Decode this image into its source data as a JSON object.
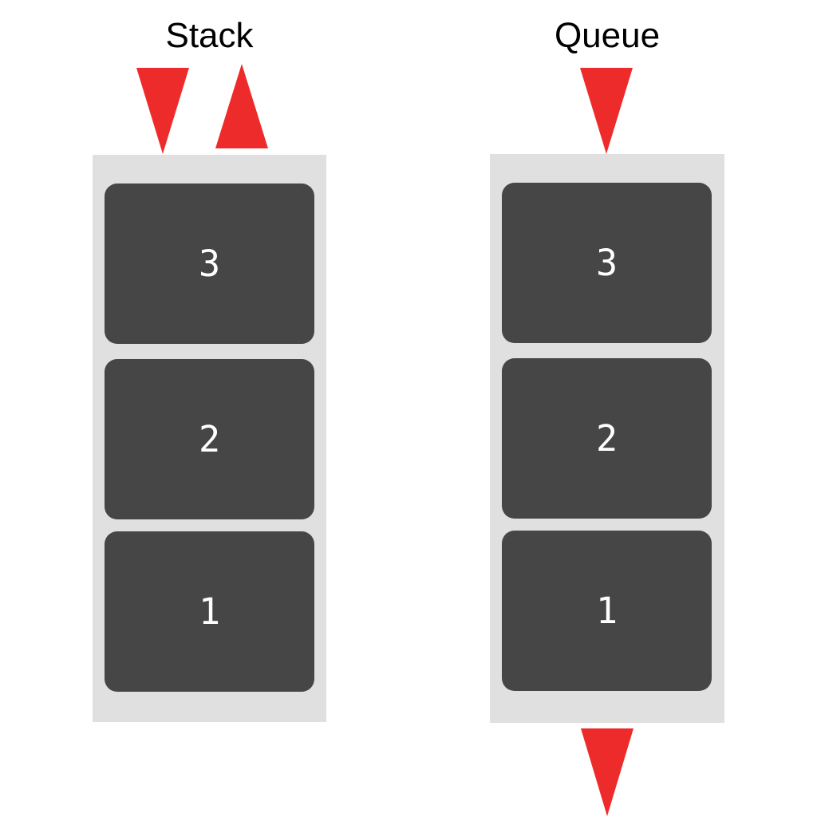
{
  "stack": {
    "title": "Stack",
    "items": [
      "3",
      "2",
      "1"
    ],
    "arrows": {
      "in": "down-arrow",
      "out": "up-arrow"
    }
  },
  "queue": {
    "title": "Queue",
    "items": [
      "3",
      "2",
      "1"
    ],
    "arrows": {
      "in_top": "down-arrow",
      "out_bottom": "down-arrow"
    }
  },
  "colors": {
    "arrow_red": "#ee2b2b",
    "box_fill": "#464646",
    "container_fill": "#e0e0e0",
    "title_text": "#000000",
    "item_text": "#ffffff",
    "background": "#ffffff"
  }
}
